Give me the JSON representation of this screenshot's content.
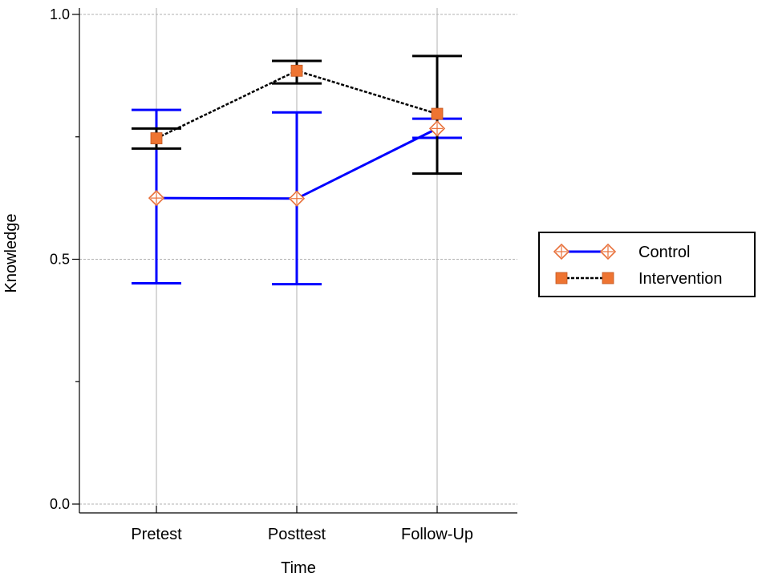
{
  "chart_data": {
    "type": "line",
    "title": "",
    "xlabel": "Time",
    "ylabel": "Knowledge",
    "categories": [
      "Pretest",
      "Posttest",
      "Follow-Up"
    ],
    "ylim": [
      0.0,
      1.0
    ],
    "yticks": [
      "0.0",
      "0.5",
      "1.0"
    ],
    "grid": true,
    "legend_position": "right",
    "series": [
      {
        "name": "Control",
        "values": [
          0.625,
          0.624,
          0.767
        ],
        "error_low": [
          0.451,
          0.449,
          0.748
        ],
        "error_high": [
          0.805,
          0.8,
          0.787
        ],
        "line_color": "#0000ff",
        "line_style": "solid",
        "marker": "diamond-open",
        "marker_color": "#e8703a",
        "errorbar_color": "#0000ff"
      },
      {
        "name": "Intervention",
        "values": [
          0.747,
          0.885,
          0.797
        ],
        "error_low": [
          0.726,
          0.859,
          0.675
        ],
        "error_high": [
          0.767,
          0.905,
          0.915
        ],
        "line_color": "#000000",
        "line_style": "dotted",
        "marker": "square-filled",
        "marker_color": "#ee7432",
        "errorbar_color": "#000000"
      }
    ]
  }
}
